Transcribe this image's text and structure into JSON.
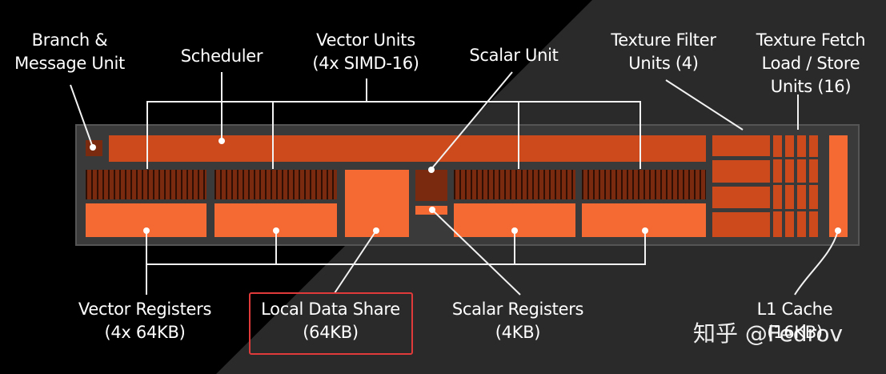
{
  "labels": {
    "branch": [
      "Branch &",
      "Message Unit"
    ],
    "scheduler": [
      "Scheduler"
    ],
    "vector_units": [
      "Vector Units",
      "(4x SIMD-16)"
    ],
    "scalar_unit": [
      "Scalar Unit"
    ],
    "texture_filter": [
      "Texture Filter",
      "Units (4)"
    ],
    "texture_fetch": [
      "Texture Fetch",
      "Load / Store",
      "Units (16)"
    ],
    "vector_registers": [
      "Vector Registers",
      "(4x 64KB)"
    ],
    "local_data_share": [
      "Local Data Share",
      "(64KB)"
    ],
    "scalar_registers": [
      "Scalar Registers",
      "(4KB)"
    ],
    "l1_cache": [
      "L1 Cache",
      "(16KB)"
    ]
  },
  "watermark": "知乎 @Fedrov",
  "colors": {
    "chip_bg": "#3a3a3a",
    "dark_orange": "#7a2a0e",
    "mid_orange": "#cc4a1c",
    "bright_orange": "#f46a32",
    "highlight_box": "#e03a3a"
  }
}
